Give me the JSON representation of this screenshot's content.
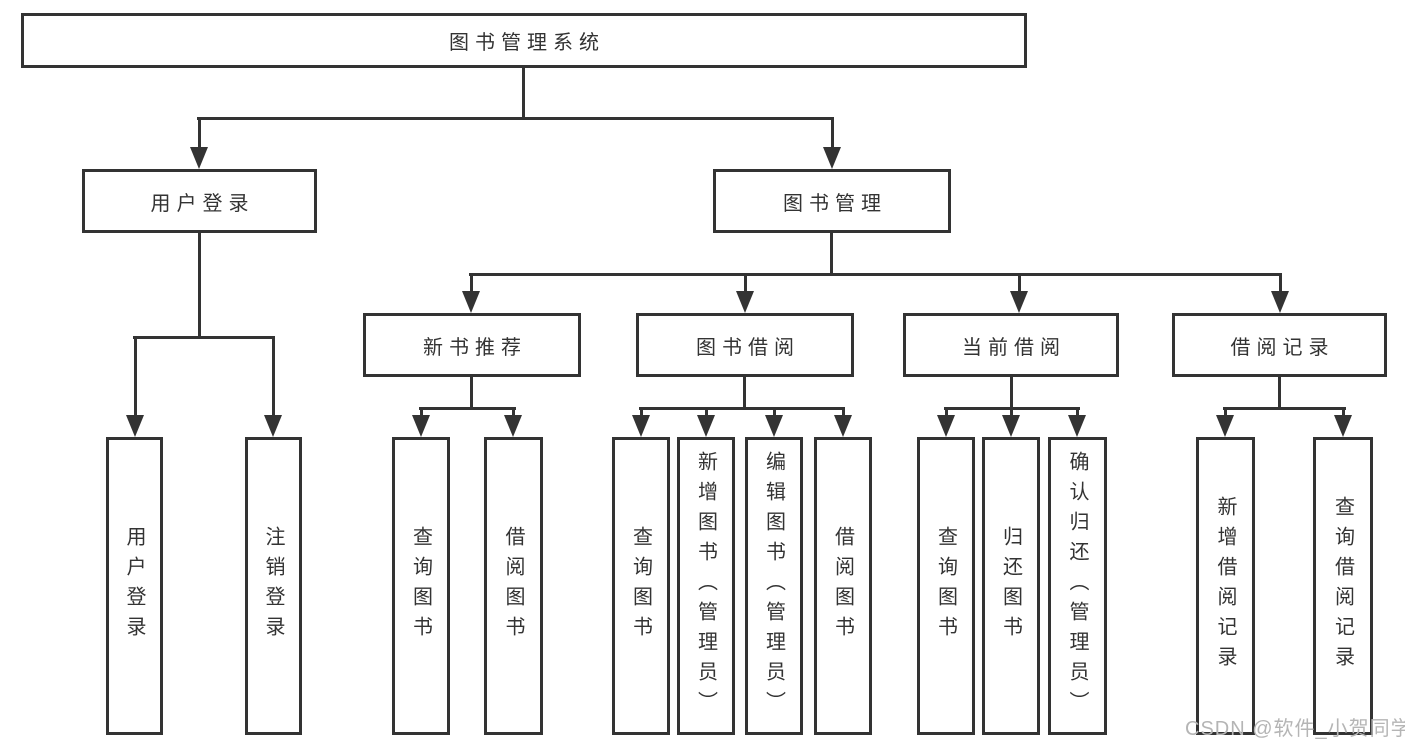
{
  "nodes": {
    "root": "图书管理系统",
    "user_login": "用户登录",
    "book_management": "图书管理",
    "new_book_recommend": "新书推荐",
    "book_borrowing": "图书借阅",
    "current_borrowing": "当前借阅",
    "borrowing_records": "借阅记录",
    "ul_user_login": "用户登录",
    "ul_logout": "注销登录",
    "nr_query_books": "查询图书",
    "nr_borrow_books": "借阅图书",
    "bb_query_books": "查询图书",
    "bb_add_books_admin": "新增图书（管理员）",
    "bb_edit_books_admin": "编辑图书（管理员）",
    "bb_borrow_books": "借阅图书",
    "cb_query_books": "查询图书",
    "cb_return_books": "归还图书",
    "cb_confirm_return_admin": "确认归还（管理员）",
    "br_add_record": "新增借阅记录",
    "br_query_record": "查询借阅记录"
  },
  "watermark": "CSDN @软件_小贺同学",
  "colors": {
    "line": "#333333",
    "text": "#333333",
    "watermark": "#b5b5b5",
    "background": "#ffffff"
  }
}
